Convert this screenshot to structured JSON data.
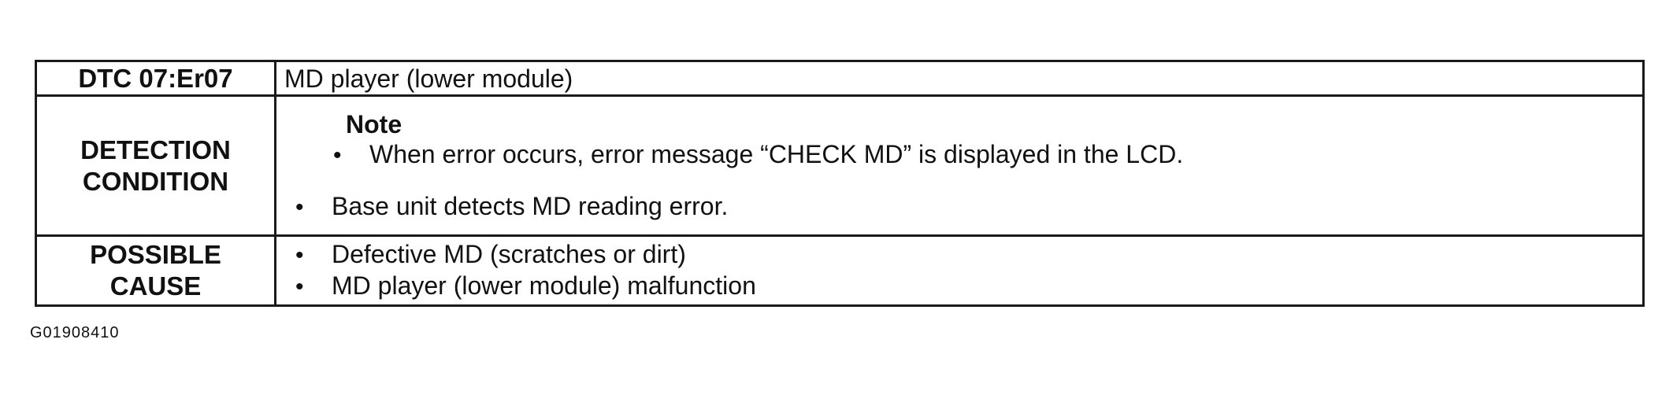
{
  "header": {
    "dtc_label": "DTC 07:Er07",
    "dtc_description": "MD player (lower module)"
  },
  "detection": {
    "label_line1": "DETECTION",
    "label_line2": "CONDITION",
    "note_title": "Note",
    "note_items": [
      "When error occurs, error message “CHECK MD” is displayed in the LCD."
    ],
    "items": [
      "Base unit detects MD reading error."
    ]
  },
  "cause": {
    "label_line1": "POSSIBLE",
    "label_line2": "CAUSE",
    "items": [
      "Defective MD (scratches or dirt)",
      "MD player (lower module) malfunction"
    ]
  },
  "footer": {
    "figure_code": "G01908410"
  },
  "icons": {
    "bullet": "•"
  }
}
